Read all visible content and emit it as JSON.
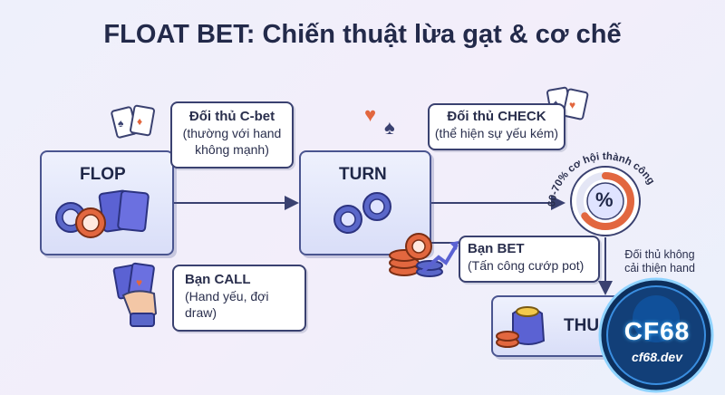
{
  "title": "FLOAT BET: Chiến thuật lừa gạt & cơ chế",
  "stages": {
    "flop": "FLOP",
    "turn": "TURN",
    "thu": "THU H"
  },
  "bubbles": {
    "cbet_title": "Đối thủ C-bet",
    "cbet_text_1": "(thường với hand",
    "cbet_text_2": "không mạnh)",
    "check_title": "Đối thủ CHECK",
    "check_text": "(thể hiện sự yếu kém)",
    "call_title": "Bạn CALL",
    "call_text_1": "(Hand yếu, đợi",
    "call_text_2": "draw)",
    "bet_title": "Bạn BET",
    "bet_text": "(Tấn công cướp pot)"
  },
  "gauge": {
    "symbol": "%",
    "arc_text": "60-70% cơ hội thành công",
    "fill_fraction": 0.65,
    "note_1": "Đối thủ không",
    "note_2": "cải thiện hand"
  },
  "logo": {
    "brand": "CF68",
    "domain": "cf68.dev"
  },
  "colors": {
    "box_border": "#4a5590",
    "chip_blue": "#5a67c9",
    "chip_orange": "#e2673f",
    "gauge_orange": "#e2673f",
    "card_blue": "#5b62d3",
    "arrow": "#3a4170"
  }
}
